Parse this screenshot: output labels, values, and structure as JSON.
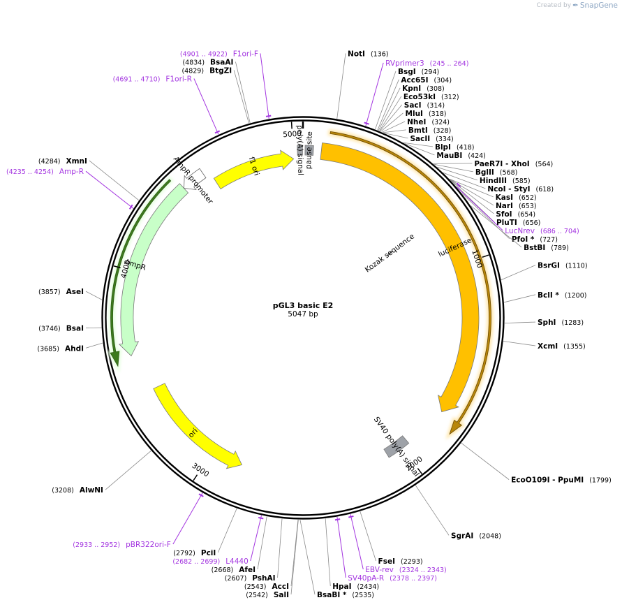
{
  "watermark": {
    "prefix": "Created by",
    "brand": "SnapGene"
  },
  "plasmid": {
    "name": "pGL3 basic E2",
    "length_label": "5047 bp",
    "length": 5047
  },
  "ticks": [
    {
      "pos": 1000,
      "label": "1000"
    },
    {
      "pos": 2000,
      "label": "2000"
    },
    {
      "pos": 3000,
      "label": "3000"
    },
    {
      "pos": 4000,
      "label": "4000"
    },
    {
      "pos": 5000,
      "label": "5000"
    }
  ],
  "sites": [
    {
      "name": "NotI",
      "pos": "(136)",
      "at": 136,
      "side": "right"
    },
    {
      "name": "BsgI",
      "pos": "(294)",
      "at": 294,
      "side": "right"
    },
    {
      "name": "Acc65I",
      "pos": "(304)",
      "at": 304,
      "side": "right"
    },
    {
      "name": "KpnI",
      "pos": "(308)",
      "at": 308,
      "side": "right"
    },
    {
      "name": "Eco53kI",
      "pos": "(312)",
      "at": 312,
      "side": "right"
    },
    {
      "name": "SacI",
      "pos": "(314)",
      "at": 314,
      "side": "right"
    },
    {
      "name": "MluI",
      "pos": "(318)",
      "at": 318,
      "side": "right"
    },
    {
      "name": "NheI",
      "pos": "(324)",
      "at": 324,
      "side": "right"
    },
    {
      "name": "BmtI",
      "pos": "(328)",
      "at": 328,
      "side": "right"
    },
    {
      "name": "SacII",
      "pos": "(334)",
      "at": 334,
      "side": "right"
    },
    {
      "name": "BlpI",
      "pos": "(418)",
      "at": 418,
      "side": "right"
    },
    {
      "name": "MauBI",
      "pos": "(424)",
      "at": 424,
      "side": "right"
    },
    {
      "name": "PaeR7I - XhoI",
      "pos": "(564)",
      "at": 564,
      "side": "right"
    },
    {
      "name": "BglII",
      "pos": "(568)",
      "at": 568,
      "side": "right"
    },
    {
      "name": "HindIII",
      "pos": "(585)",
      "at": 585,
      "side": "right"
    },
    {
      "name": "NcoI - StyI",
      "pos": "(618)",
      "at": 618,
      "side": "right"
    },
    {
      "name": "KasI",
      "pos": "(652)",
      "at": 652,
      "side": "right"
    },
    {
      "name": "NarI",
      "pos": "(653)",
      "at": 653,
      "side": "right"
    },
    {
      "name": "SfoI",
      "pos": "(654)",
      "at": 654,
      "side": "right"
    },
    {
      "name": "PluTI",
      "pos": "(656)",
      "at": 656,
      "side": "right"
    },
    {
      "name": "PfoI *",
      "pos": "(727)",
      "at": 727,
      "side": "right"
    },
    {
      "name": "BstBI",
      "pos": "(789)",
      "at": 789,
      "side": "right"
    },
    {
      "name": "BsrGI",
      "pos": "(1110)",
      "at": 1110,
      "side": "right"
    },
    {
      "name": "BclI *",
      "pos": "(1200)",
      "at": 1200,
      "side": "right"
    },
    {
      "name": "SphI",
      "pos": "(1283)",
      "at": 1283,
      "side": "right"
    },
    {
      "name": "XcmI",
      "pos": "(1355)",
      "at": 1355,
      "side": "right"
    },
    {
      "name": "EcoO109I - PpuMI",
      "pos": "(1799)",
      "at": 1799,
      "side": "right"
    },
    {
      "name": "SgrAI",
      "pos": "(2048)",
      "at": 2048,
      "side": "right"
    },
    {
      "name": "FseI",
      "pos": "(2293)",
      "at": 2293,
      "side": "right"
    },
    {
      "name": "HpaI",
      "pos": "(2434)",
      "at": 2434,
      "side": "right"
    },
    {
      "name": "BsaBI *",
      "pos": "(2535)",
      "at": 2535,
      "side": "right"
    },
    {
      "name": "SalI",
      "pos": "(2542)",
      "at": 2542,
      "side": "left"
    },
    {
      "name": "AccI",
      "pos": "(2543)",
      "at": 2543,
      "side": "left"
    },
    {
      "name": "PshAI",
      "pos": "(2607)",
      "at": 2607,
      "side": "left"
    },
    {
      "name": "AfeI",
      "pos": "(2668)",
      "at": 2668,
      "side": "left"
    },
    {
      "name": "PciI",
      "pos": "(2792)",
      "at": 2792,
      "side": "left"
    },
    {
      "name": "AlwNI",
      "pos": "(3208)",
      "at": 3208,
      "side": "left"
    },
    {
      "name": "AhdI",
      "pos": "(3685)",
      "at": 3685,
      "side": "left"
    },
    {
      "name": "BsaI",
      "pos": "(3746)",
      "at": 3746,
      "side": "left"
    },
    {
      "name": "AseI",
      "pos": "(3857)",
      "at": 3857,
      "side": "left"
    },
    {
      "name": "XmnI",
      "pos": "(4284)",
      "at": 4284,
      "side": "left"
    },
    {
      "name": "BtgZI",
      "pos": "(4829)",
      "at": 4829,
      "side": "left"
    },
    {
      "name": "BsaAI",
      "pos": "(4834)",
      "at": 4834,
      "side": "left"
    }
  ],
  "primers": [
    {
      "name": "RVprimer3",
      "pos": "(245 .. 264)",
      "at": 254,
      "side": "right"
    },
    {
      "name": "LucNrev",
      "pos": "(686 .. 704)",
      "at": 695,
      "side": "right"
    },
    {
      "name": "EBV-rev",
      "pos": "(2324 .. 2343)",
      "at": 2333,
      "side": "right"
    },
    {
      "name": "SV40pA-R",
      "pos": "(2378 .. 2397)",
      "at": 2387,
      "side": "right"
    },
    {
      "name": "L4440",
      "pos": "(2682 .. 2699)",
      "at": 2690,
      "side": "left"
    },
    {
      "name": "pBR322ori-F",
      "pos": "(2933 .. 2952)",
      "at": 2942,
      "side": "left"
    },
    {
      "name": "Amp-R",
      "pos": "(4235 .. 4254)",
      "at": 4245,
      "side": "left"
    },
    {
      "name": "F1ori-R",
      "pos": "(4691 .. 4710)",
      "at": 4700,
      "side": "left"
    },
    {
      "name": "F1ori-F",
      "pos": "(4901 .. 4922)",
      "at": 4911,
      "side": "left"
    }
  ],
  "features": [
    {
      "name": "luciferase",
      "type": "CDS",
      "start": 88,
      "end": 1740,
      "color": "#ffc000",
      "strand": 1
    },
    {
      "name": "SV40 poly(A) signal",
      "type": "polyA",
      "start": 1960,
      "end": 2080,
      "color": "#9ea2a8",
      "strand": 1
    },
    {
      "name": "ori",
      "type": "rep_origin",
      "start": 2840,
      "end": 3430,
      "color": "#ffff00",
      "strand": -1
    },
    {
      "name": "AmpR",
      "type": "CDS",
      "start": 3610,
      "end": 4450,
      "color": "#c8ffc8",
      "strand": -1
    },
    {
      "name": "AmpR promoter",
      "type": "promoter",
      "start": 4450,
      "end": 4560,
      "color": "#ffffff",
      "strand": -1
    },
    {
      "name": "f1 ori",
      "type": "rep_origin",
      "start": 4590,
      "end": 5000,
      "color": "#ffff00",
      "strand": 1
    },
    {
      "name": "poly(A) signal",
      "type": "polyA",
      "start": 5020,
      "end": 5045,
      "color": "#9ea2a8",
      "strand": 1
    },
    {
      "name": "pause site",
      "type": "misc",
      "start": 10,
      "end": 50,
      "color": "#9ea2a8",
      "strand": 1
    },
    {
      "name": "Kozak sequence",
      "type": "misc",
      "start": 745,
      "end": 752,
      "color": "#9ea2a8",
      "strand": 1
    }
  ],
  "colors": {
    "primer": "#a335e0",
    "backbone": "#000000",
    "feature_glow": "#ffe8b0"
  }
}
